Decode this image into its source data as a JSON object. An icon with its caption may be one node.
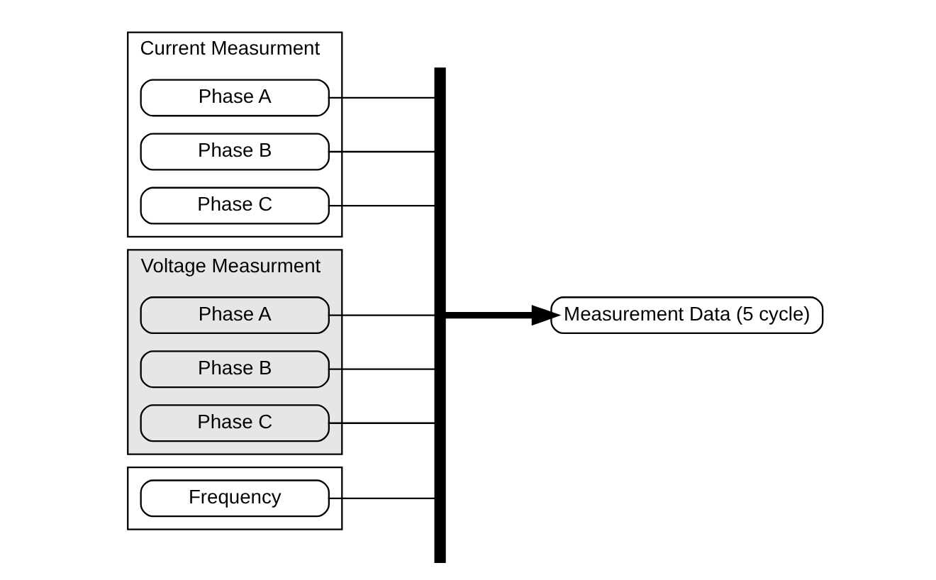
{
  "diagram": {
    "nodes": [
      {
        "text": [
          "Current Measurment"
        ]
      },
      {
        "text": [
          "Phase A"
        ],
        "in": 0
      },
      {
        "text": [
          "Phase B"
        ],
        "in": 0
      },
      {
        "text": [
          "Phase C"
        ],
        "in": 0
      },
      {
        "text": [
          "Voltage Measurment"
        ]
      },
      {
        "text": [
          "Phase A"
        ],
        "in": 4
      },
      {
        "text": [
          "Phase B"
        ],
        "in": 4
      },
      {
        "text": [
          "Phase C"
        ],
        "in": 4
      },
      {
        "text": [],
        "shape": "box"
      },
      {
        "text": [
          "Frequency"
        ],
        "in": 8
      },
      {
        "text": [],
        "shape": "bar"
      },
      {
        "text": [
          "Measurement Data (5 cycle)"
        ]
      }
    ],
    "edges": [
      {
        "from": 1,
        "to": 10,
        "arrow": "none"
      },
      {
        "from": 2,
        "to": 10,
        "arrow": "none"
      },
      {
        "from": 3,
        "to": 10,
        "arrow": "none"
      },
      {
        "from": 5,
        "to": 10,
        "arrow": "none"
      },
      {
        "from": 6,
        "to": 10,
        "arrow": "none"
      },
      {
        "from": 7,
        "to": 10,
        "arrow": "none"
      },
      {
        "from": 9,
        "to": 10,
        "arrow": "none"
      },
      {
        "from": 10,
        "to": 11,
        "arrow": "to",
        "style": "thick"
      }
    ]
  }
}
